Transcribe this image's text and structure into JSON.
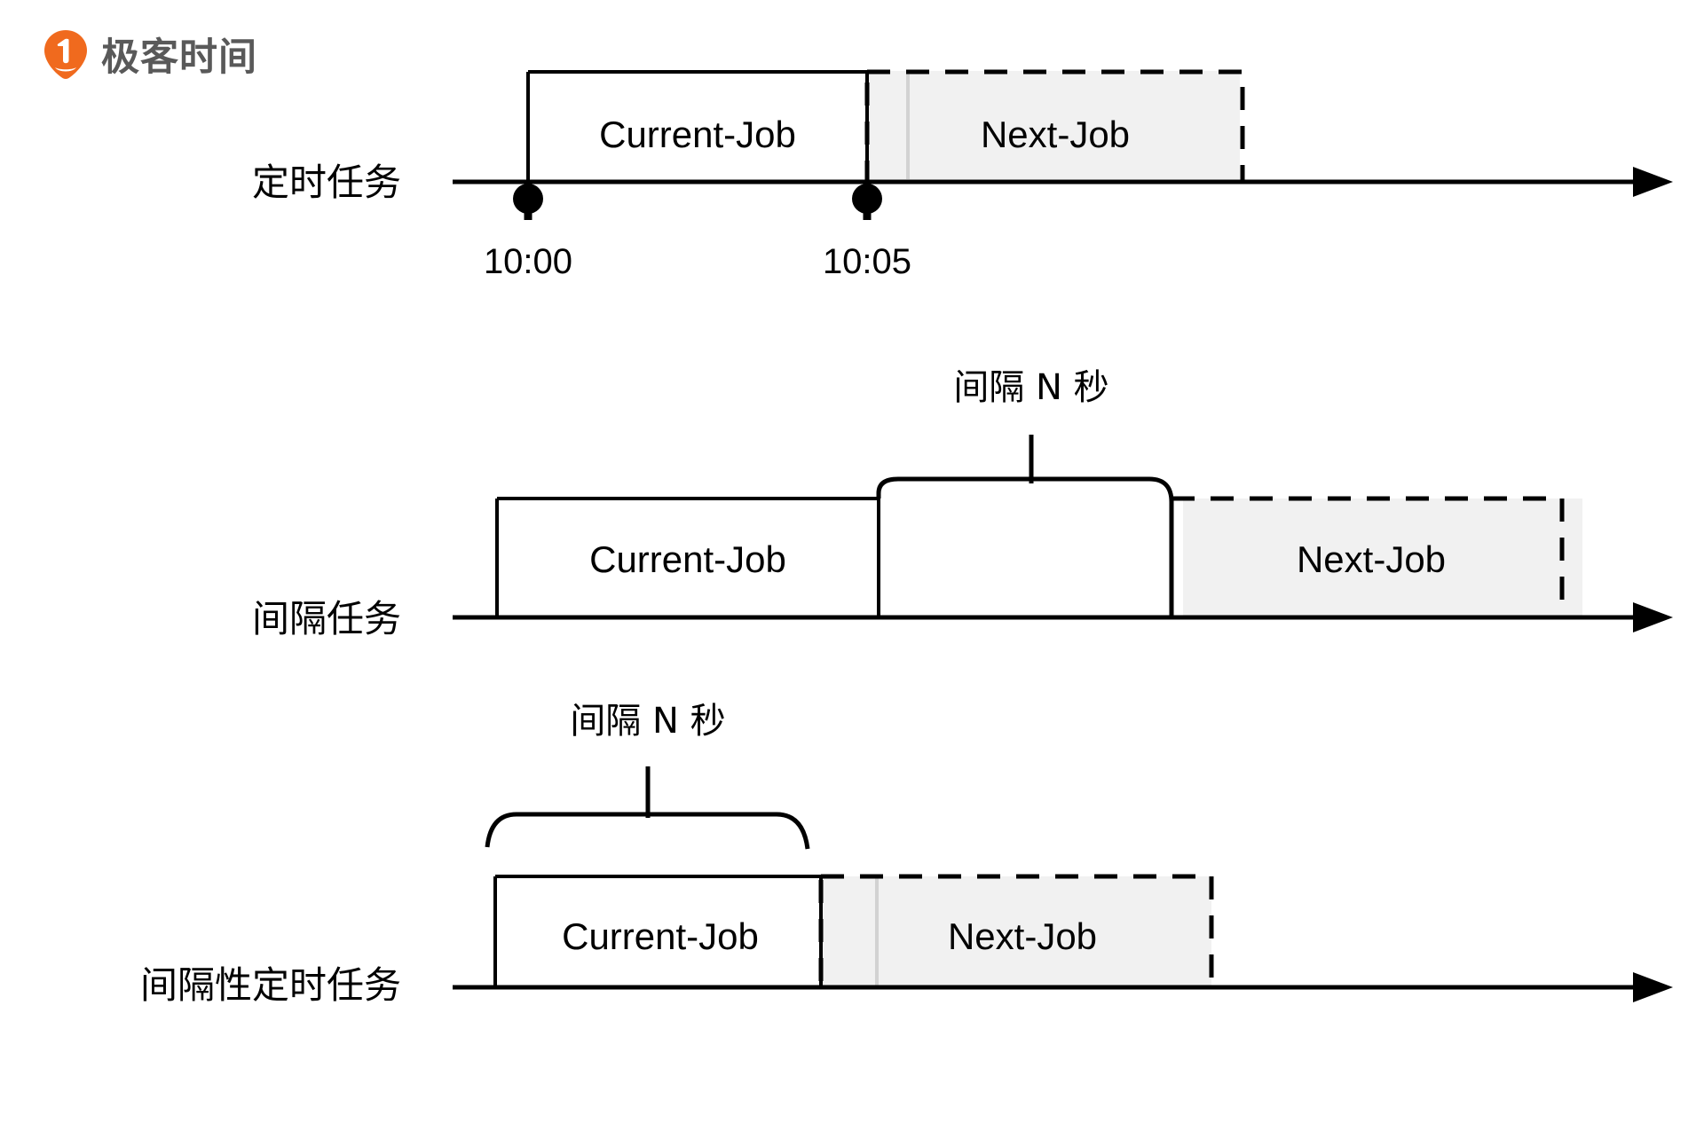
{
  "brand": {
    "name": "极客时间",
    "logo_icon": "geektime-pin-icon",
    "logo_color": "#F06A1E"
  },
  "colors": {
    "stroke": "#000000",
    "gray_fill": "#f1f1f1",
    "gray_divider": "#d2d2d2",
    "label_text": "#000000",
    "brand_text": "#595959"
  },
  "diagram": {
    "type": "timeline-comparison",
    "rows": [
      {
        "id": "cron-task",
        "label": "定时任务",
        "current_job_label": "Current-Job",
        "next_job_label": "Next-Job",
        "ticks": [
          {
            "label": "10:00"
          },
          {
            "label": "10:05"
          }
        ],
        "bracket_label": null
      },
      {
        "id": "interval-task",
        "label": "间隔任务",
        "current_job_label": "Current-Job",
        "next_job_label": "Next-Job",
        "ticks": [],
        "bracket_label": "间隔 N 秒"
      },
      {
        "id": "interval-cron-task",
        "label": "间隔性定时任务",
        "current_job_label": "Current-Job",
        "next_job_label": "Next-Job",
        "ticks": [],
        "bracket_label": "间隔 N 秒"
      }
    ]
  }
}
